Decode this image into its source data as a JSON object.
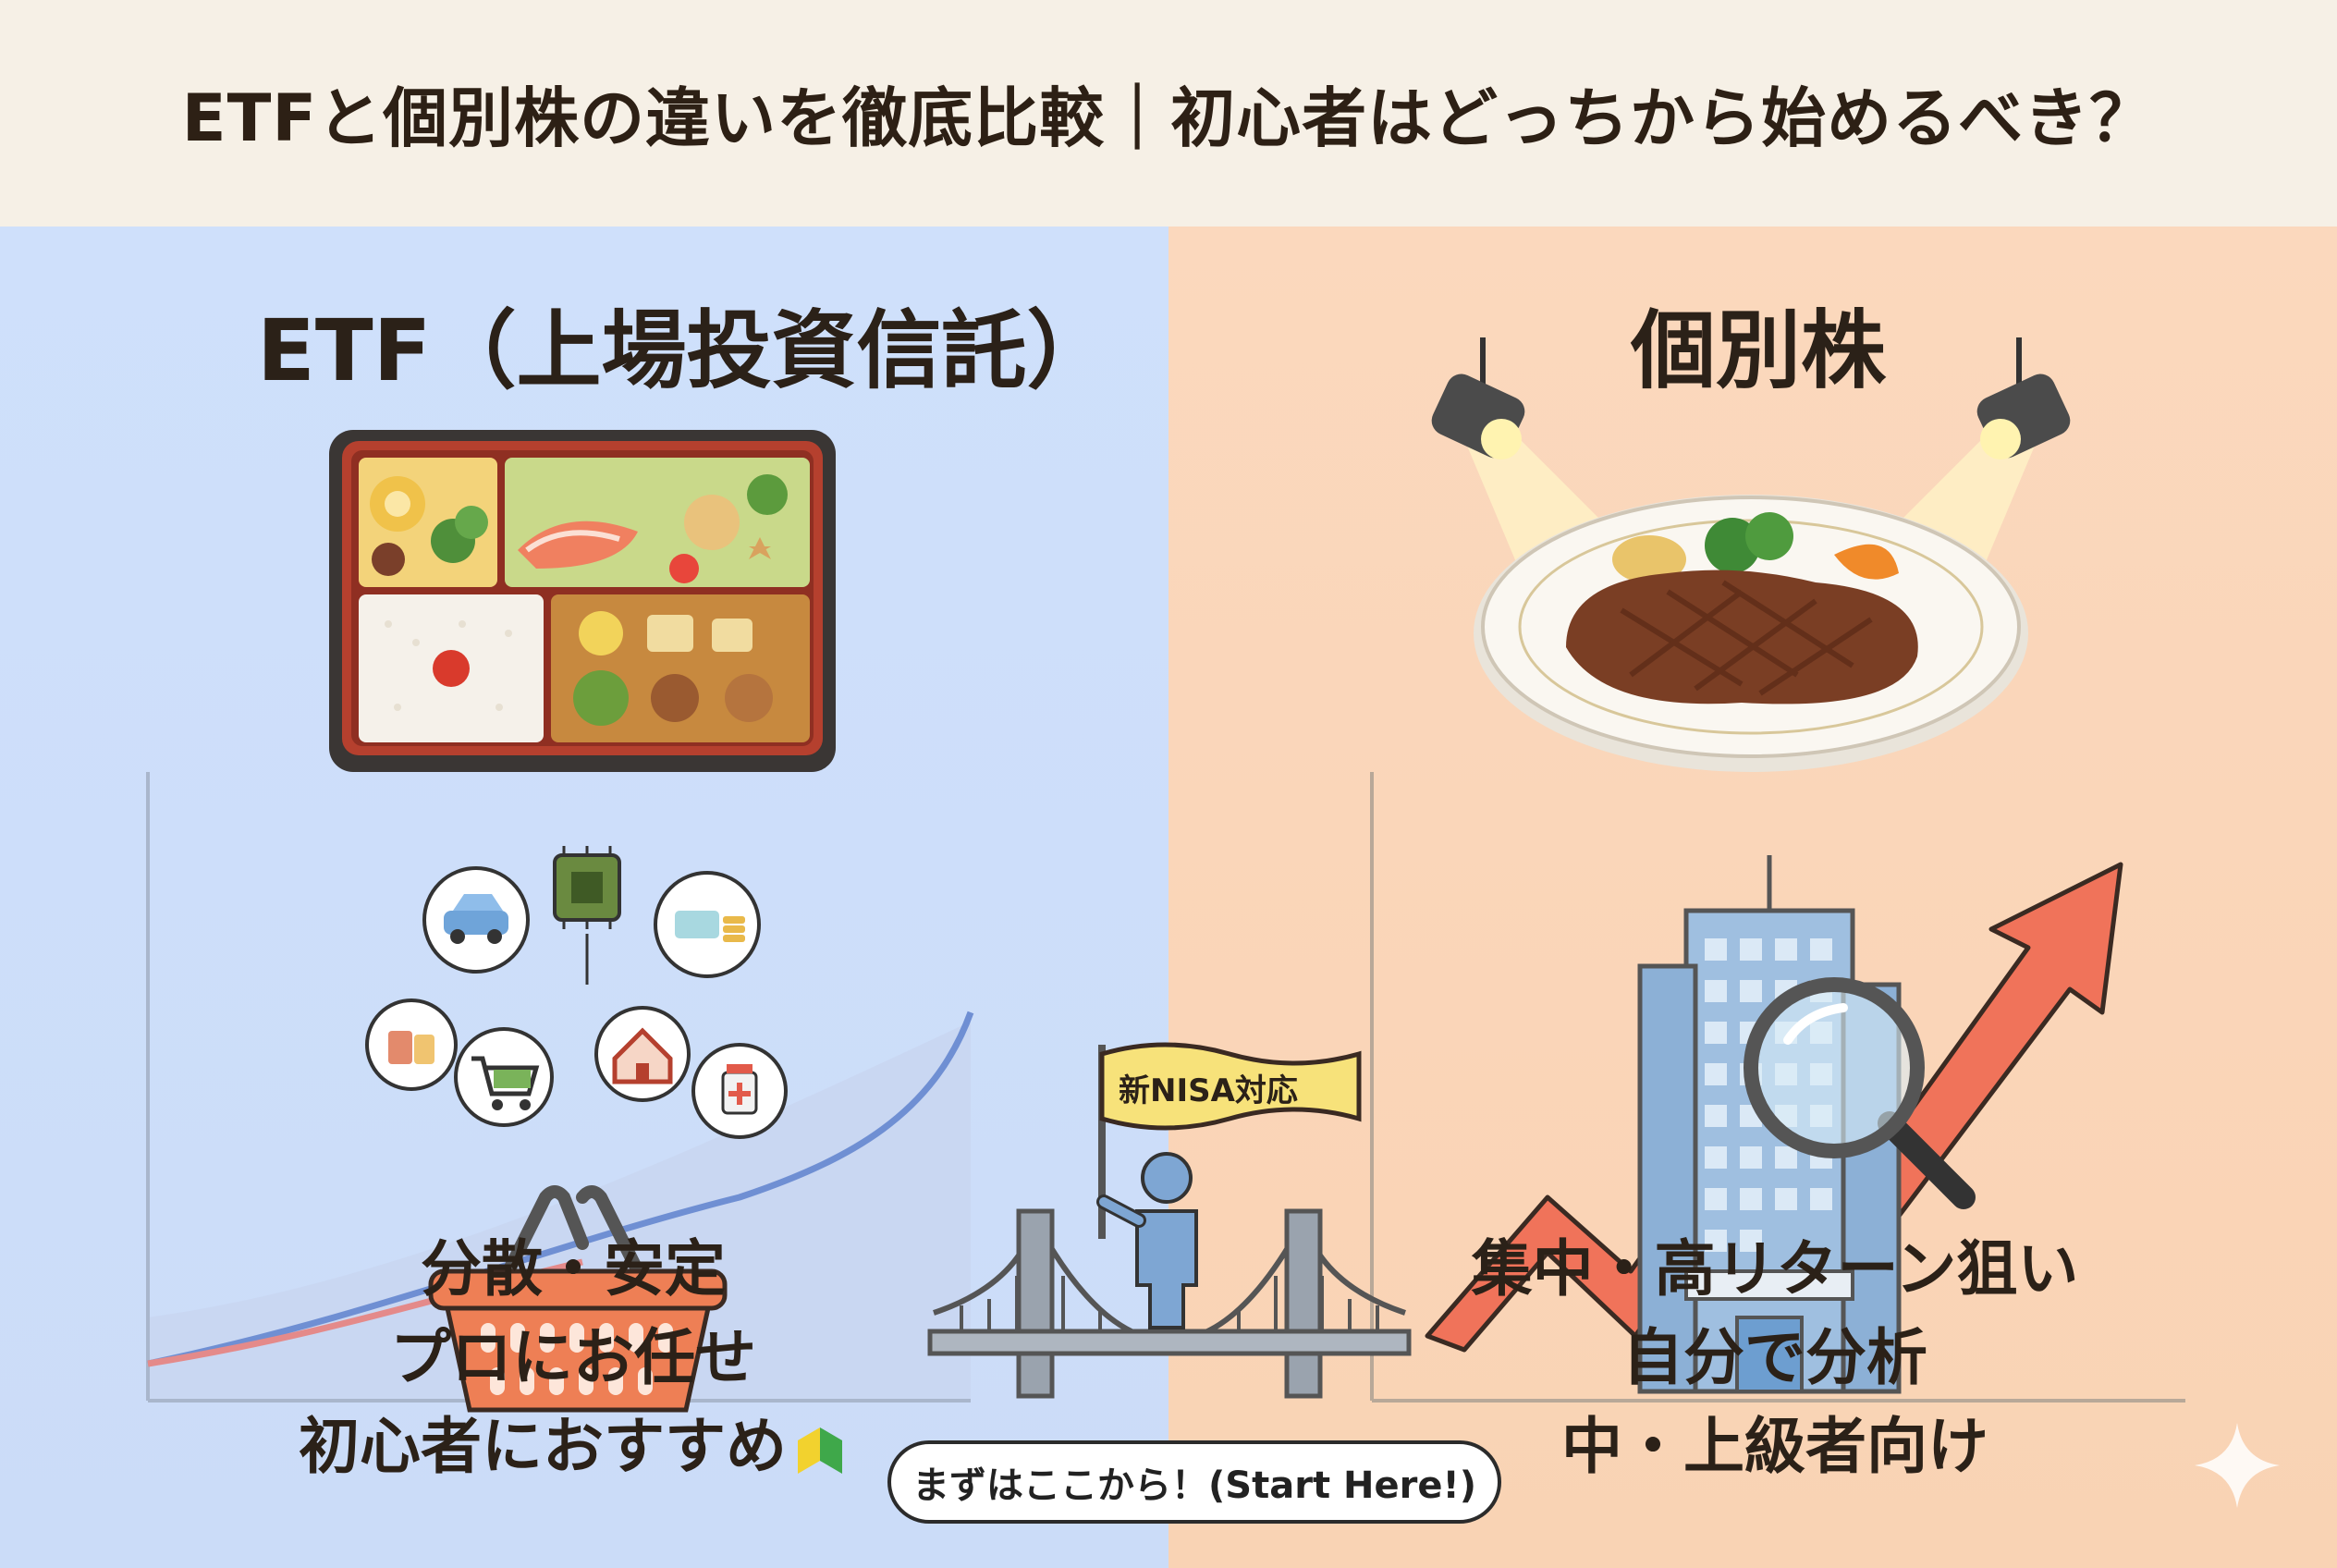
{
  "header": {
    "title": "ETFと個別株の違いを徹底比較｜初心者はどっちから始めるべき？"
  },
  "left_panel": {
    "title": "ETF（上場投資信託）",
    "features": [
      "分散・安定",
      "プロにお任せ",
      "初心者におすすめ"
    ],
    "beginner_mark_icon": "wakaba-mark-icon",
    "illustration_icons": [
      "bento-box-icon",
      "shopping-basket-icon",
      "car-icon",
      "chip-icon",
      "coins-icon",
      "shop-bag-icon",
      "cart-icon",
      "house-icon",
      "medicine-icon"
    ]
  },
  "right_panel": {
    "title": "個別株",
    "features": [
      "集中・高リターン狙い",
      "自分で分析",
      "中・上級者向け"
    ],
    "illustration_icons": [
      "steak-plate-icon",
      "spotlight-icon",
      "building-icon",
      "magnifier-icon",
      "rising-arrow-icon"
    ]
  },
  "center": {
    "flag_text": "新NISA対応",
    "speech_text": "まずはここから！(Start Here!)",
    "illustration_icons": [
      "person-icon",
      "flag-icon",
      "bridge-icon"
    ]
  },
  "colors": {
    "left_bg": "#cfe0fb",
    "right_bg": "#fbd8bd",
    "header_bg": "#f6f0e6",
    "arrow": "#f0735a",
    "flag": "#f7e27a"
  }
}
